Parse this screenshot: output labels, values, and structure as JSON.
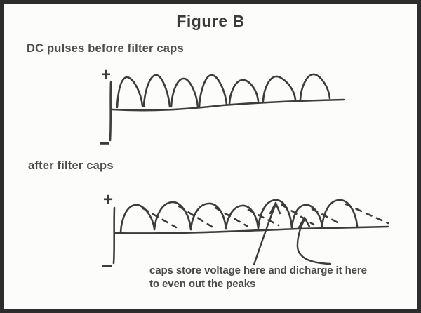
{
  "figure": {
    "title": "Figure B"
  },
  "labels": {
    "before": "DC pulses before filter caps",
    "after": "after filter caps"
  },
  "axis": {
    "plus": "+",
    "minus": "−"
  },
  "caption": {
    "line1": "caps store voltage here and dicharge it here",
    "line2": "to even out the peaks"
  },
  "colors": {
    "ink": "#3c3c3c",
    "text": "#4a4a4a",
    "border": "#2d2d2d",
    "background": "#fcfcfb"
  },
  "waveforms": {
    "before": {
      "label": "DC pulses before filter caps",
      "pulse_count": 7,
      "description": "half-wave rectified humps sitting on a baseline with + and − axis marks"
    },
    "after": {
      "label": "after filter caps",
      "pulse_count": 7,
      "description": "humps with dashed diagonal discharge lines between peaks; one straight arrow points to a peak (voltage stored), one curved arrow points to the dashed discharge region"
    }
  }
}
